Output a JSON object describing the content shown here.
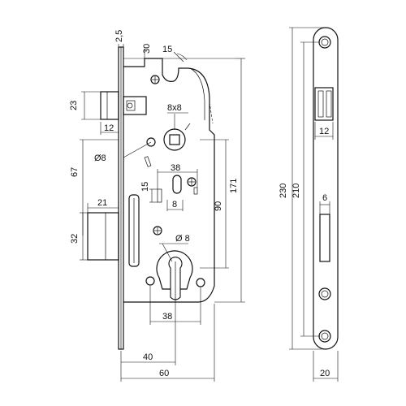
{
  "dimensions": {
    "faceplate_thickness": "2,5",
    "backset_top": "30",
    "latch_angle": "15",
    "latch_height": "23",
    "latch_width": "12",
    "spindle": "8x8",
    "screw_dia": "Ø8",
    "spindle_to_latch": "67",
    "slot_spacing": "38",
    "slot_height": "15",
    "slot_width": "8",
    "center_distance": "90",
    "body_height": "171",
    "bolt_throw": "21",
    "bolt_height": "32",
    "cylinder_dia": "Ø 8",
    "cylinder_spacing": "38",
    "backset": "40",
    "body_depth": "60",
    "faceplate_length": "230",
    "screw_spacing": "210",
    "faceplate_latch_width": "12",
    "bolt_hole_width": "6",
    "faceplate_width": "20"
  }
}
